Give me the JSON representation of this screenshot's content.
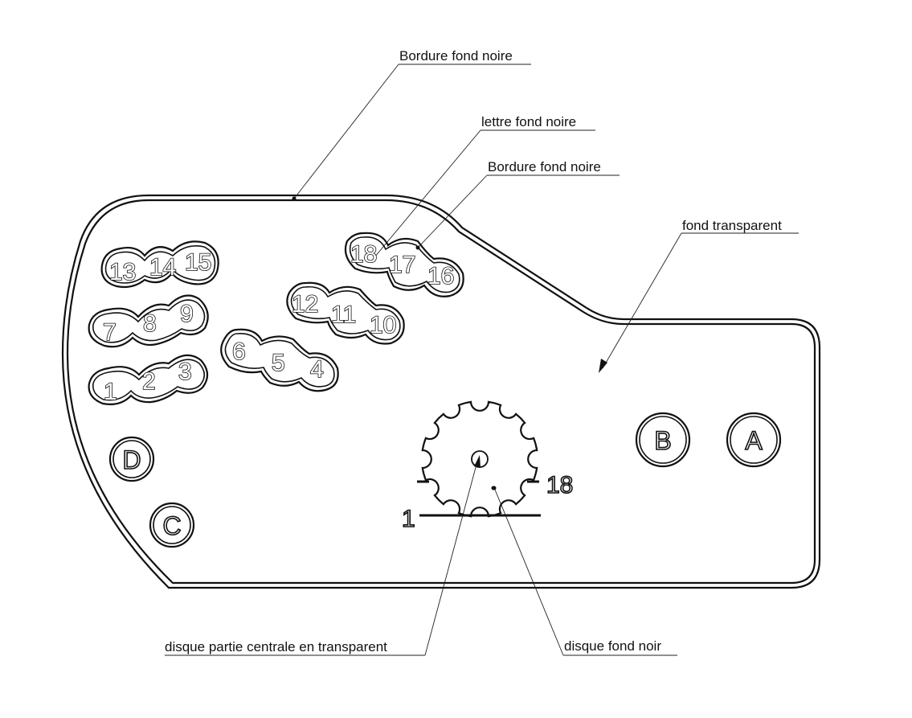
{
  "diagram": {
    "title": "Panel layout drawing",
    "callouts": {
      "top_border": "Bordure fond noire",
      "letter": "lettre fond noire",
      "button_border": "Bordure fond noire",
      "background": "fond transparent",
      "disc_center": "disque partie centrale en transparent",
      "disc": "disque fond noir"
    },
    "button_groups": [
      {
        "name": "group-13-15",
        "labels": [
          "13",
          "14",
          "15"
        ]
      },
      {
        "name": "group-7-9",
        "labels": [
          "7",
          "8",
          "9"
        ]
      },
      {
        "name": "group-1-3",
        "labels": [
          "1",
          "2",
          "3"
        ]
      },
      {
        "name": "group-18-16",
        "labels": [
          "18",
          "17",
          "16"
        ]
      },
      {
        "name": "group-12-10",
        "labels": [
          "12",
          "11",
          "10"
        ]
      },
      {
        "name": "group-6-4",
        "labels": [
          "6",
          "5",
          "4"
        ]
      }
    ],
    "letter_buttons": {
      "A": "A",
      "B": "B",
      "C": "C",
      "D": "D"
    },
    "dial": {
      "min_label": "1",
      "max_label": "18"
    },
    "colors": {
      "line": "#111111",
      "background": "#ffffff"
    }
  }
}
